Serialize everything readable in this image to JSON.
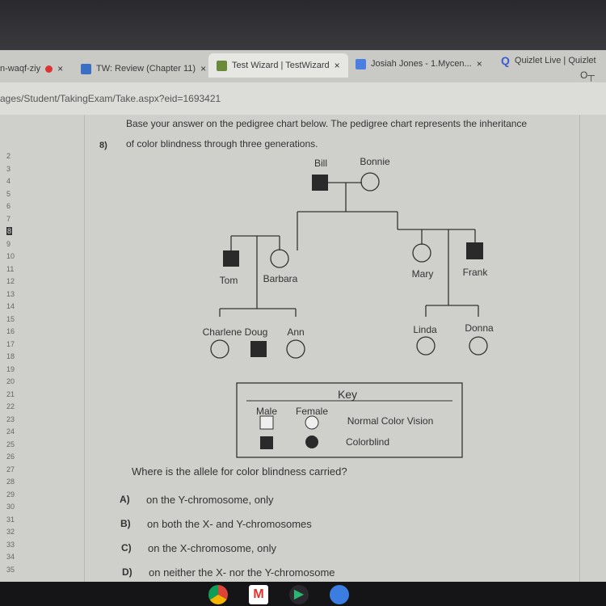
{
  "tabs": [
    {
      "label": "n-waqf-ziy",
      "close": "×"
    },
    {
      "label": "TW: Review (Chapter 11)",
      "close": "×"
    },
    {
      "label": "Test Wizard | TestWizard",
      "close": "×"
    },
    {
      "label": "Josiah Jones - 1.Mycen...",
      "close": "×"
    },
    {
      "label": "Quizlet Live | Quizlet"
    }
  ],
  "address": "ages/Student/TakingExam/Take.aspx?eid=1693421",
  "question_numbers": [
    "2",
    "3",
    "4",
    "5",
    "6",
    "7",
    "8",
    "9",
    "10",
    "11",
    "12",
    "13",
    "14",
    "15",
    "16",
    "17",
    "18",
    "19",
    "20",
    "21",
    "22",
    "23",
    "24",
    "25",
    "26",
    "27",
    "28",
    "29",
    "30",
    "31",
    "32",
    "33",
    "34",
    "35"
  ],
  "current_question": "8",
  "question": {
    "number": "8)",
    "intro_line1": "Base your answer on the pedigree chart below. The pedigree chart represents the inheritance",
    "intro_line2": "of color blindness through three generations.",
    "prompt": "Where is the allele for color blindness carried?",
    "options": [
      {
        "letter": "A)",
        "text": "on the Y-chromosome, only"
      },
      {
        "letter": "B)",
        "text": "on both the X- and Y-chromosomes"
      },
      {
        "letter": "C)",
        "text": "on the X-chromosome, only"
      },
      {
        "letter": "D)",
        "text": "on neither the X- nor the Y-chromosome"
      }
    ]
  },
  "pedigree": {
    "names": {
      "bill": "Bill",
      "bonnie": "Bonnie",
      "tom": "Tom",
      "barbara": "Barbara",
      "mary": "Mary",
      "frank": "Frank",
      "charlene_doug": "Charlene Doug",
      "ann": "Ann",
      "linda": "Linda",
      "donna": "Donna"
    },
    "key": {
      "title": "Key",
      "male": "Male",
      "female": "Female",
      "normal": "Normal Color Vision",
      "colorblind": "Colorblind"
    }
  }
}
